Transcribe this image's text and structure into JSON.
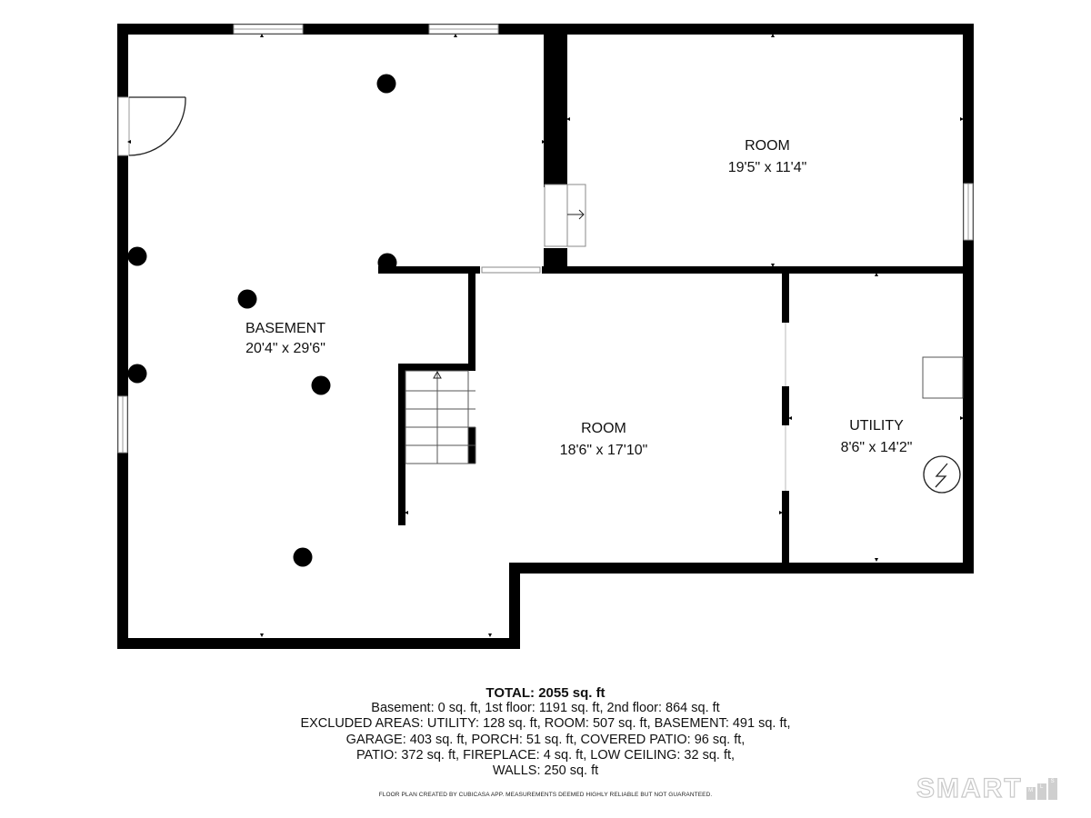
{
  "rooms": [
    {
      "id": "basement",
      "name": "BASEMENT",
      "dims": "20'4\" x 29'6\""
    },
    {
      "id": "room-top",
      "name": "ROOM",
      "dims": "19'5\" x 11'4\""
    },
    {
      "id": "room-middle",
      "name": "ROOM",
      "dims": "18'6\" x 17'10\""
    },
    {
      "id": "utility",
      "name": "UTILITY",
      "dims": "8'6\" x 14'2\""
    }
  ],
  "summary": {
    "total": "TOTAL: 2055 sq. ft",
    "lines": [
      "Basement: 0 sq. ft, 1st floor: 1191 sq. ft, 2nd floor: 864 sq. ft",
      "EXCLUDED AREAS: UTILITY: 128 sq. ft, ROOM: 507 sq. ft, BASEMENT: 491 sq. ft,",
      "GARAGE: 403 sq. ft, PORCH: 51 sq. ft, COVERED PATIO: 96 sq. ft,",
      "PATIO: 372 sq. ft, FIREPLACE: 4 sq. ft, LOW CEILING: 32 sq. ft,",
      "WALLS: 250 sq. ft"
    ]
  },
  "disclaimer": "FLOOR PLAN CREATED BY CUBICASA APP. MEASUREMENTS DEEMED HIGHLY RELIABLE BUT NOT GUARANTEED.",
  "logo": {
    "brand": "SMART",
    "sub": [
      "M",
      "L",
      "S"
    ]
  },
  "colors": {
    "wall": "#000000",
    "floor": "#ffffff",
    "window": "#999999",
    "logo": "#c9c9c9"
  }
}
